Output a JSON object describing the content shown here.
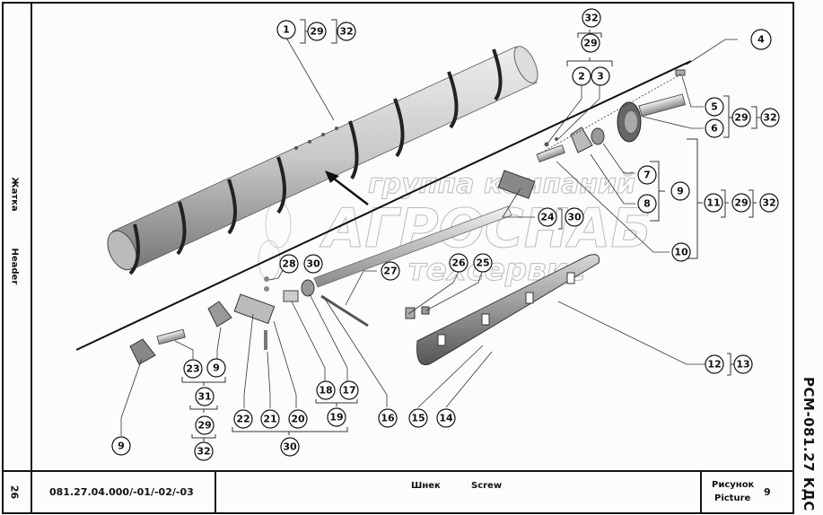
{
  "sheet": {
    "page_number": "26",
    "section_ru": "Жатка",
    "section_en": "Header",
    "document_code": "РСМ-081.27 КДС",
    "assembly_number": "081.27.04.000/-01/-02/-03",
    "title_ru": "Шнек",
    "title_en": "Screw",
    "figure_label_ru": "Рисунок",
    "figure_label_en": "Picture",
    "figure_number": "9"
  },
  "watermark": {
    "line1": "группа компаний",
    "line2": "АГРОСНАБ",
    "line3": "техсервис"
  },
  "callouts": {
    "c1": "1",
    "c1_29": "29",
    "c1_32": "32",
    "c2": "2",
    "c3": "3",
    "c23_29": "29",
    "c23_32": "32",
    "c4": "4",
    "c5": "5",
    "c6": "6",
    "c56_29": "29",
    "c56_32": "32",
    "c7": "7",
    "c8": "8",
    "c78_9": "9",
    "c10": "10",
    "c11": "11",
    "c11_29": "29",
    "c11_32": "32",
    "c12": "12",
    "c13": "13",
    "c14": "14",
    "c15": "15",
    "c16": "16",
    "c17": "17",
    "c18": "18",
    "c19": "19",
    "c20": "20",
    "c21": "21",
    "c22": "22",
    "c30_bottom": "30",
    "c23": "23",
    "c23_9": "9",
    "c31": "31",
    "c31_29": "29",
    "c31_32": "32",
    "c9_left": "9",
    "c24": "24",
    "c24_30": "30",
    "c25": "25",
    "c26": "26",
    "c27": "27",
    "c28": "28",
    "c28_30": "30"
  }
}
